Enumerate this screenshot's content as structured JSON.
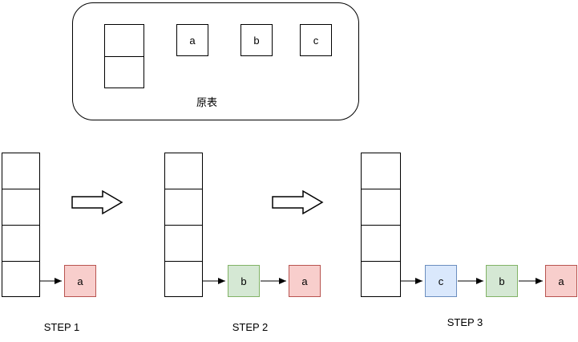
{
  "diagram": {
    "original": {
      "caption": "原表",
      "nodes": [
        "a",
        "b",
        "c"
      ]
    },
    "steps": [
      {
        "label": "STEP 1",
        "nodes": [
          {
            "label": "a",
            "fill": "#f8cecc",
            "stroke": "#b85450"
          }
        ]
      },
      {
        "label": "STEP 2",
        "nodes": [
          {
            "label": "b",
            "fill": "#d5e8d4",
            "stroke": "#82b366"
          },
          {
            "label": "a",
            "fill": "#f8cecc",
            "stroke": "#b85450"
          }
        ]
      },
      {
        "label": "STEP 3",
        "nodes": [
          {
            "label": "c",
            "fill": "#dae8fc",
            "stroke": "#6c8ebf"
          },
          {
            "label": "b",
            "fill": "#d5e8d4",
            "stroke": "#82b366"
          },
          {
            "label": "a",
            "fill": "#f8cecc",
            "stroke": "#b85450"
          }
        ]
      }
    ],
    "palette": {
      "node_red_fill": "#f8cecc",
      "node_red_stroke": "#b85450",
      "node_green_fill": "#d5e8d4",
      "node_green_stroke": "#82b366",
      "node_blue_fill": "#dae8fc",
      "node_blue_stroke": "#6c8ebf",
      "line_color": "#000000",
      "background": "#ffffff"
    }
  }
}
